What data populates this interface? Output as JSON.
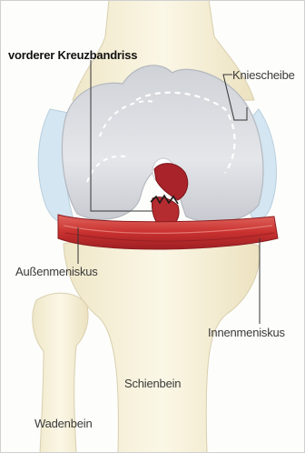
{
  "labels": {
    "injury": "vorderer Kreuzbandriss",
    "patella": "Kniescheibe",
    "lateral_meniscus": "Außenmeniskus",
    "medial_meniscus": "Innenmeniskus",
    "tibia": "Schienbein",
    "fibula": "Wadenbein"
  },
  "colors": {
    "bone": "#f4efd9",
    "cartilage": "#dcdfe4",
    "meniscus": "#c9312f",
    "ligament": "#a8232a",
    "tendon_blue": "#d4e6f1",
    "leader_line": "#333333"
  }
}
